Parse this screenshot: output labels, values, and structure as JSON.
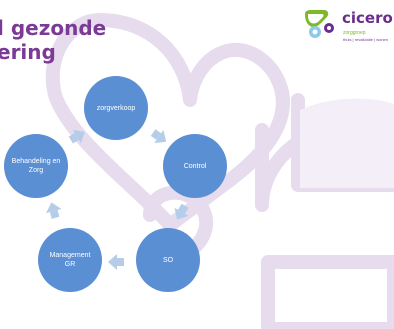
{
  "slide": {
    "title_line1": "l gezonde",
    "title_line2": "ering"
  },
  "logo": {
    "name": "cicero",
    "subtitle": "zorggroep",
    "tagline": "thuis | revalidatie | wonen",
    "icon": "cicero-logo-icon",
    "colors": {
      "purple": "#6b2d8a",
      "green": "#7cba2a",
      "light_blue": "#8ec9e8"
    }
  },
  "cycle": {
    "node_color": "#5b8fd4",
    "arrow_color": "#b5cde9",
    "nodes": [
      {
        "label": "zorgverkoop"
      },
      {
        "label": "Control"
      },
      {
        "label": "SO"
      },
      {
        "label": "Management GR"
      },
      {
        "label": "Behandeling en Zorg"
      }
    ],
    "arrow_icon": "chevron-arrow-icon"
  },
  "background": {
    "accent_color": "#e7dbee"
  }
}
